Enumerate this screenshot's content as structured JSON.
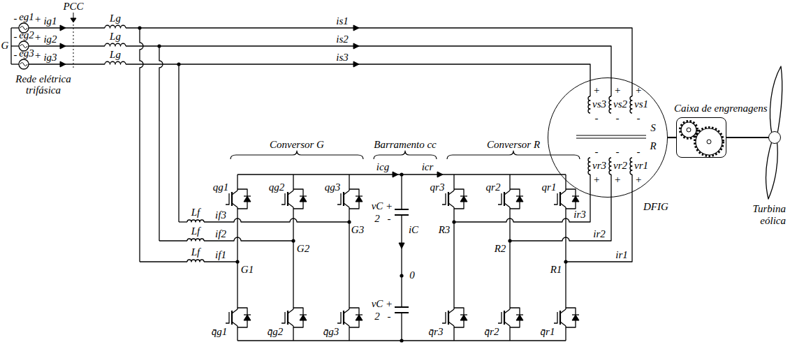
{
  "diagram": {
    "nodes": [
      {
        "text": [
          "DFIG"
        ]
      },
      {
        "text": [
          "Caixa de engrenagens"
        ]
      },
      {
        "text": [
          "Turbina eólica"
        ]
      }
    ],
    "edges": [
      {
        "from": 0,
        "to": 1,
        "arrow": "none"
      },
      {
        "from": 1,
        "to": 2,
        "arrow": "none"
      }
    ],
    "labels": [
      "PCC",
      "-",
      "eg1",
      "+",
      "ig1",
      "Lg",
      "-",
      "eg2",
      "+",
      "ig2",
      "Lg",
      "-",
      "eg3",
      "+",
      "ig3",
      "Lg",
      "G",
      "Rede elétrica trifásica",
      "is1",
      "is2",
      "is3",
      "Conversor G",
      "Barramento cc",
      "Conversor R",
      "icg",
      "icr",
      "iC",
      "vC",
      "+",
      "2",
      "-",
      "0",
      "vC",
      "+",
      "2",
      "-",
      "qg1",
      "qg2",
      "qg3",
      "qr3",
      "qr2",
      "qr1",
      "Lf",
      "if3",
      "Lf",
      "if2",
      "Lf",
      "if1",
      "G3",
      "G2",
      "G1",
      "R3",
      "R2",
      "R1",
      "ir3",
      "ir2",
      "ir1",
      "q̄g1",
      "q̄g2",
      "q̄g3",
      "q̄r3",
      "q̄r2",
      "q̄r1",
      "+",
      "vs3",
      "-",
      "+",
      "vs2",
      "-",
      "+",
      "vs1",
      "-",
      "S",
      "R",
      "-",
      "vr3",
      "+",
      "-",
      "vr2",
      "+",
      "-",
      "vr1",
      "+"
    ]
  }
}
